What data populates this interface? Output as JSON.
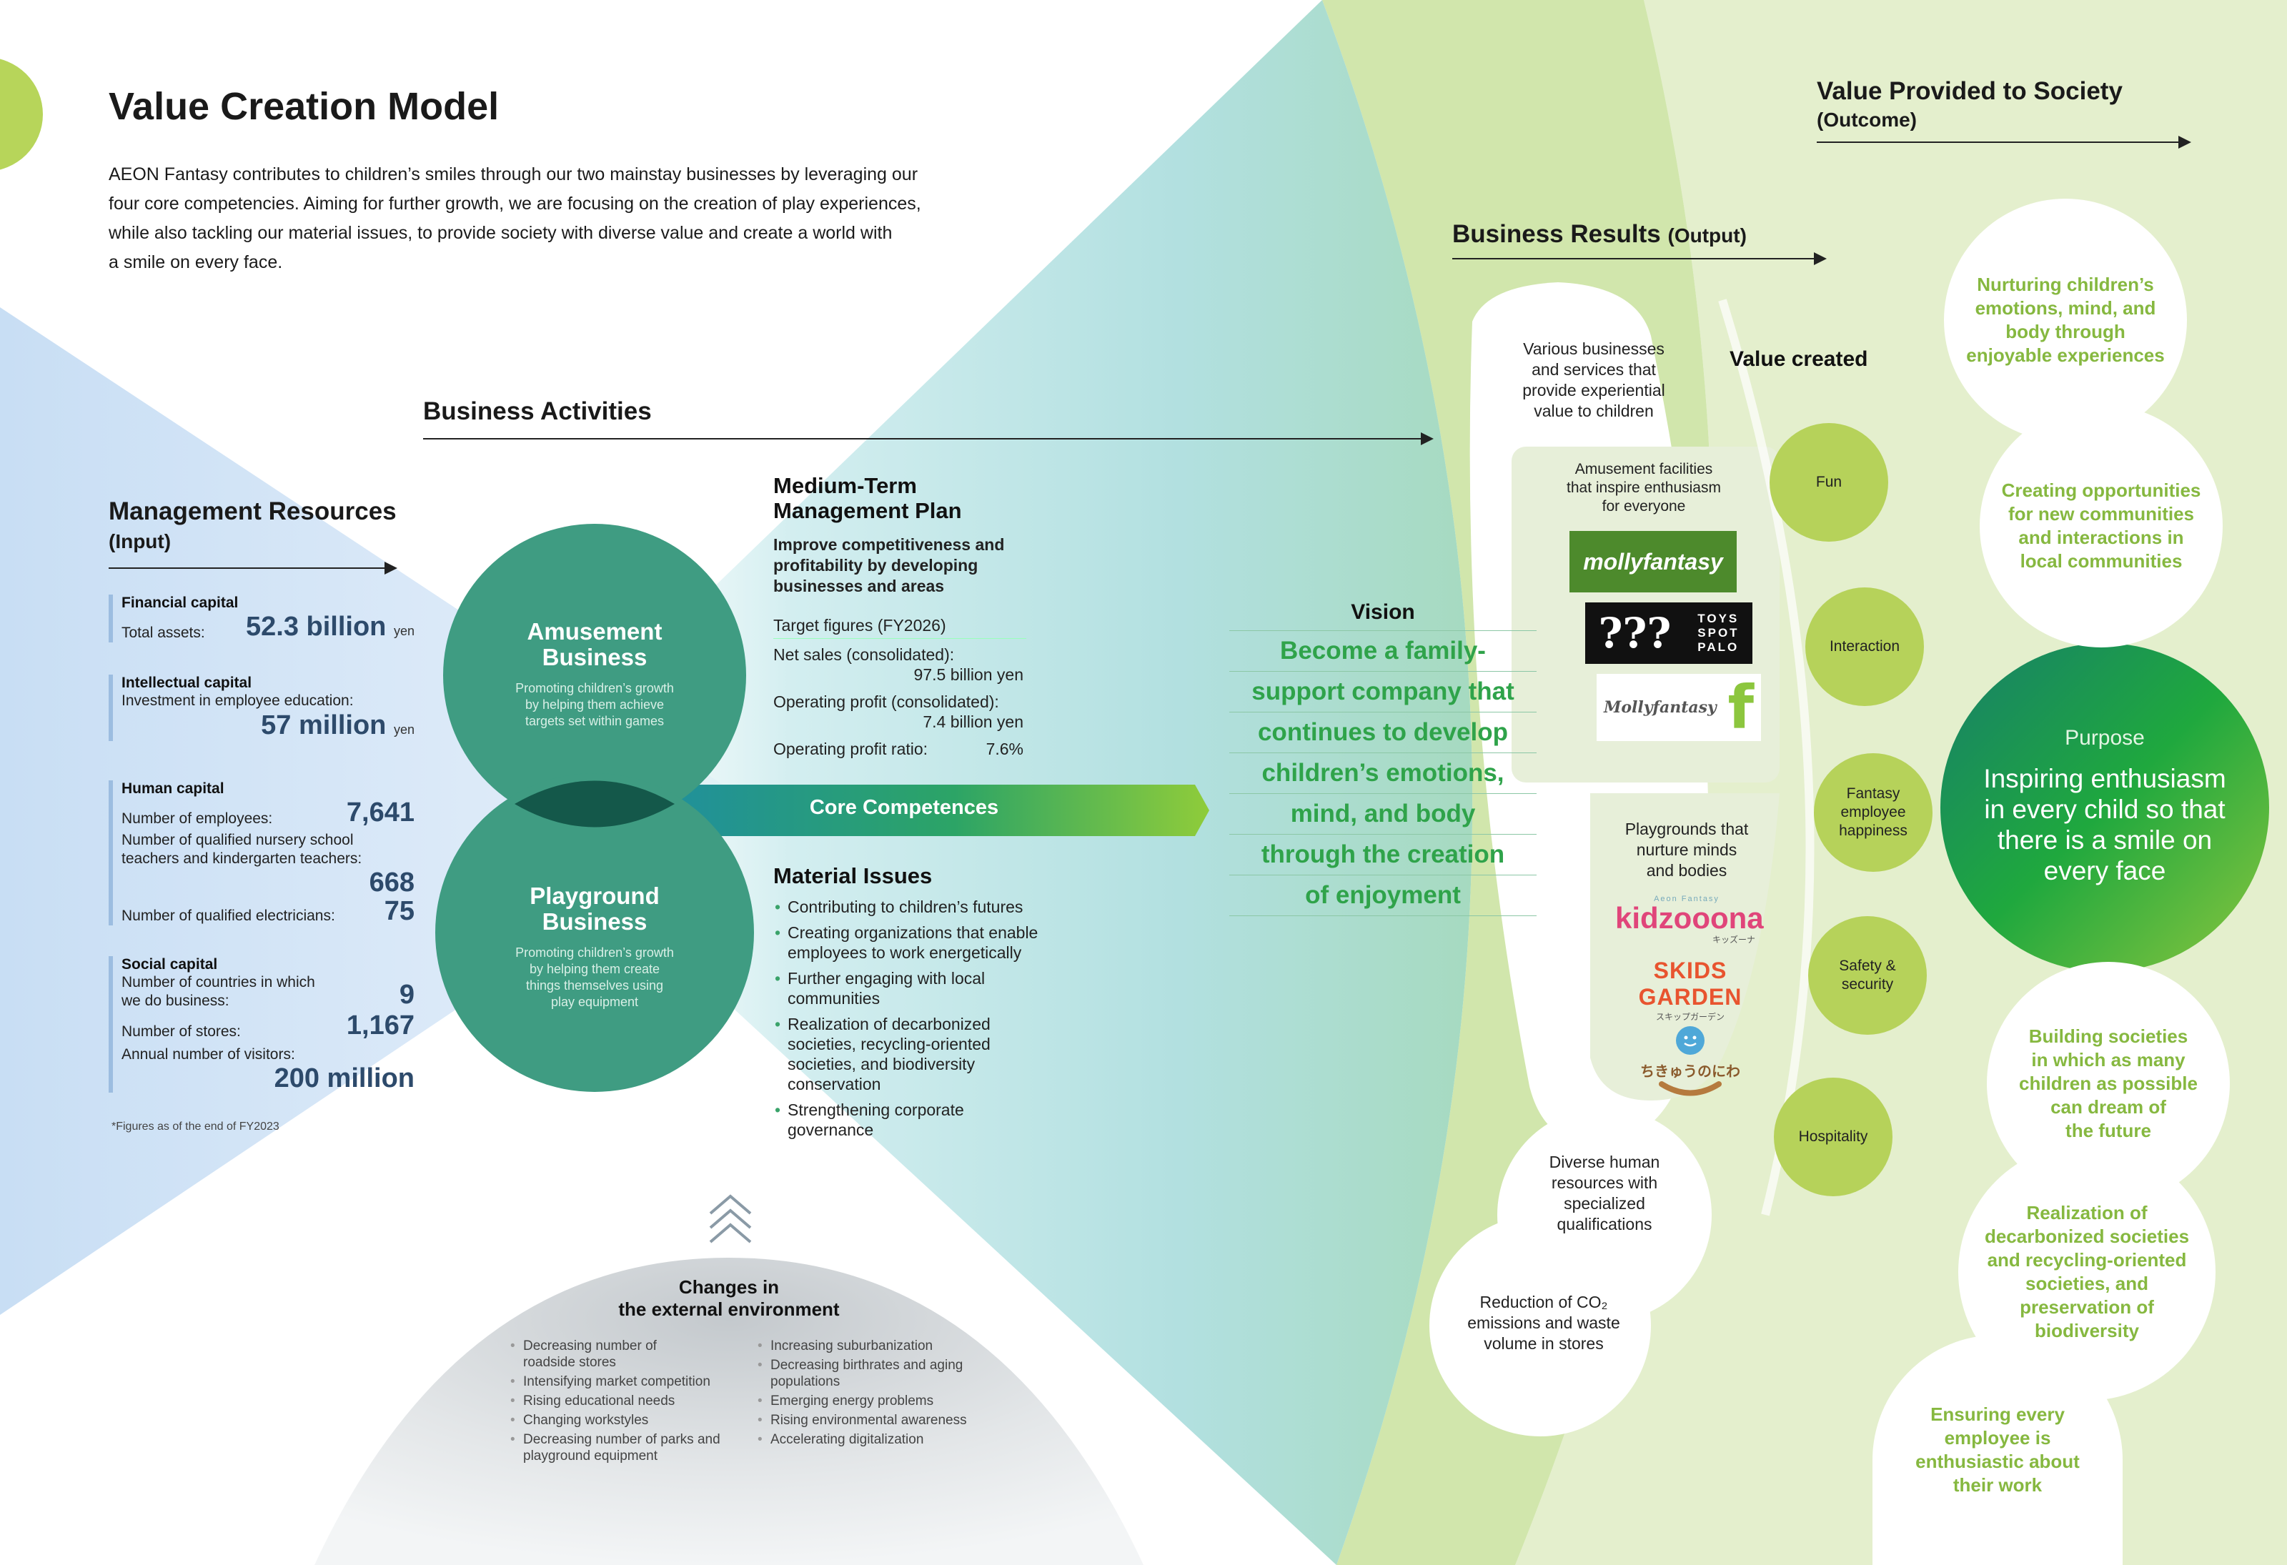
{
  "header": {
    "title": "Value Creation Model",
    "intro_1": "AEON Fantasy contributes to children’s smiles through our two mainstay businesses by leveraging our",
    "intro_2": "four core competencies. Aiming for further growth, we are focusing on the creation of play experiences,",
    "intro_3": "while also tackling our material issues, to provide society with diverse value and create a world with",
    "intro_4": "a smile on every face."
  },
  "sections": {
    "business_activities": "Business Activities",
    "management_resources": "Management Resources",
    "management_resources_sub": "(Input)",
    "business_results": "Business Results",
    "business_results_sub": "(Output)",
    "value_provided": "Value Provided to Society",
    "value_provided_sub": "(Outcome)"
  },
  "resources": {
    "financial": {
      "heading": "Financial capital",
      "label": "Total assets:",
      "value": "52.3 billion",
      "unit": "yen"
    },
    "intellectual": {
      "heading": "Intellectual capital",
      "label": "Investment in employee education:",
      "value": "57 million",
      "unit": "yen"
    },
    "human": {
      "heading": "Human capital",
      "employees_label": "Number of employees:",
      "employees_value": "7,641",
      "nursery_label_1": "Number of qualified nursery school",
      "nursery_label_2": "teachers and kindergarten teachers:",
      "nursery_value": "668",
      "electricians_label": "Number of qualified electricians:",
      "electricians_value": "75"
    },
    "social": {
      "heading": "Social capital",
      "countries_label_1": "Number of countries in which",
      "countries_label_2": "we do business:",
      "countries_value": "9",
      "stores_label": "Number of stores:",
      "stores_value": "1,167",
      "visitors_label": "Annual number of visitors:",
      "visitors_value": "200 million"
    },
    "footnote": "*Figures as of the end of FY2023"
  },
  "businesses": {
    "amusement": {
      "title_1": "Amusement",
      "title_2": "Business",
      "desc_1": "Promoting children’s growth",
      "desc_2": "by helping them achieve",
      "desc_3": "targets set within games"
    },
    "playground": {
      "title_1": "Playground",
      "title_2": "Business",
      "desc_1": "Promoting children’s growth",
      "desc_2": "by helping them create",
      "desc_3": "things themselves using",
      "desc_4": "play equipment"
    },
    "core_competences": "Core Competences"
  },
  "mtp": {
    "heading_1": "Medium-Term",
    "heading_2": "Management Plan",
    "sub_1": "Improve competitiveness and",
    "sub_2": "profitability by developing",
    "sub_3": "businesses and areas",
    "target": "Target figures (FY2026)",
    "net_sales_label": "Net sales (consolidated):",
    "net_sales_value": "97.5 billion yen",
    "op_profit_label": "Operating profit (consolidated):",
    "op_profit_value": "7.4 billion yen",
    "op_ratio_label": "Operating profit ratio:",
    "op_ratio_value": "7.6%"
  },
  "material_issues": {
    "heading": "Material Issues",
    "items": [
      [
        "Contributing to children’s futures"
      ],
      [
        "Creating organizations that enable",
        "employees to work energetically"
      ],
      [
        "Further engaging with local",
        "communities"
      ],
      [
        "Realization of decarbonized",
        "societies, recycling-oriented",
        "societies, and biodiversity",
        "conservation"
      ],
      [
        "Strengthening corporate",
        "governance"
      ]
    ]
  },
  "vision": {
    "heading": "Vision",
    "lines": [
      "Become a family-",
      "support company that",
      "continues to develop",
      "children’s emotions,",
      "mind, and body",
      "through the creation",
      "of enjoyment"
    ]
  },
  "external": {
    "heading_1": "Changes in",
    "heading_2": "the external environment",
    "left": [
      [
        "Decreasing number of",
        "roadside stores"
      ],
      [
        "Intensifying market competition"
      ],
      [
        "Rising educational needs"
      ],
      [
        "Changing workstyles"
      ],
      [
        "Decreasing number of parks and",
        "playground equipment"
      ]
    ],
    "right": [
      [
        "Increasing suburbanization"
      ],
      [
        "Decreasing birthrates and aging",
        "populations"
      ],
      [
        "Emerging energy problems"
      ],
      [
        "Rising environmental awareness"
      ],
      [
        "Accelerating digitalization"
      ]
    ]
  },
  "outputs": {
    "various_1": "Various businesses",
    "various_2": "and services that",
    "various_3": "provide experiential",
    "various_4": "value to children",
    "amusement_fac_1": "Amusement facilities",
    "amusement_fac_2": "that inspire enthusiasm",
    "amusement_fac_3": "for everyone",
    "playgrounds_1": "Playgrounds that",
    "playgrounds_2": "nurture minds",
    "playgrounds_3": "and bodies",
    "diverse_1": "Diverse human",
    "diverse_2": "resources with",
    "diverse_3": "specialized",
    "diverse_4": "qualifications",
    "co2_1": "Reduction of CO₂",
    "co2_2": "emissions and waste",
    "co2_3": "volume in stores"
  },
  "logos": {
    "mollyfantasy": "mollyfantasy",
    "toys_q": "???",
    "toys_1": "TOYS",
    "toys_2": "SPOT",
    "toys_3": "PALO",
    "molly_script": "Mollyfantasy",
    "molly_f": "f",
    "kidzoona_small": "Aeon Fantasy",
    "kidzoona": "kidzooona",
    "kidzoona_kana": "キッズーナ",
    "skids": "SKIDS GARDEN",
    "skids_kana": "スキップガーデン",
    "chikyu": "ちきゅうのにわ"
  },
  "value_created": {
    "heading": "Value created",
    "items": [
      "Fun",
      "Interaction",
      "Fantasy employee happiness",
      "Safety & security",
      "Hospitality"
    ]
  },
  "outcomes": {
    "o1": [
      "Nurturing children’s",
      "emotions, mind, and",
      "body through",
      "enjoyable experiences"
    ],
    "o2": [
      "Creating opportunities",
      "for new communities",
      "and interactions in",
      "local communities"
    ],
    "o3": [
      "Building societies",
      "in which as many",
      "children as possible",
      "can dream of",
      "the future"
    ],
    "o4": [
      "Realization of",
      "decarbonized societies",
      "and recycling-oriented",
      "societies, and",
      "preservation of",
      "biodiversity"
    ],
    "o5": [
      "Ensuring every",
      "employee is",
      "enthusiastic about",
      "their work"
    ]
  },
  "purpose": {
    "label": "Purpose",
    "lines": [
      "Inspiring enthusiasm",
      "in every child so that",
      "there is a smile on",
      "every face"
    ]
  },
  "colors": {
    "teal": "#3f9c82",
    "green_text": "#2fa34a",
    "lime": "#b6d25a",
    "outcome_text": "#86b840"
  }
}
